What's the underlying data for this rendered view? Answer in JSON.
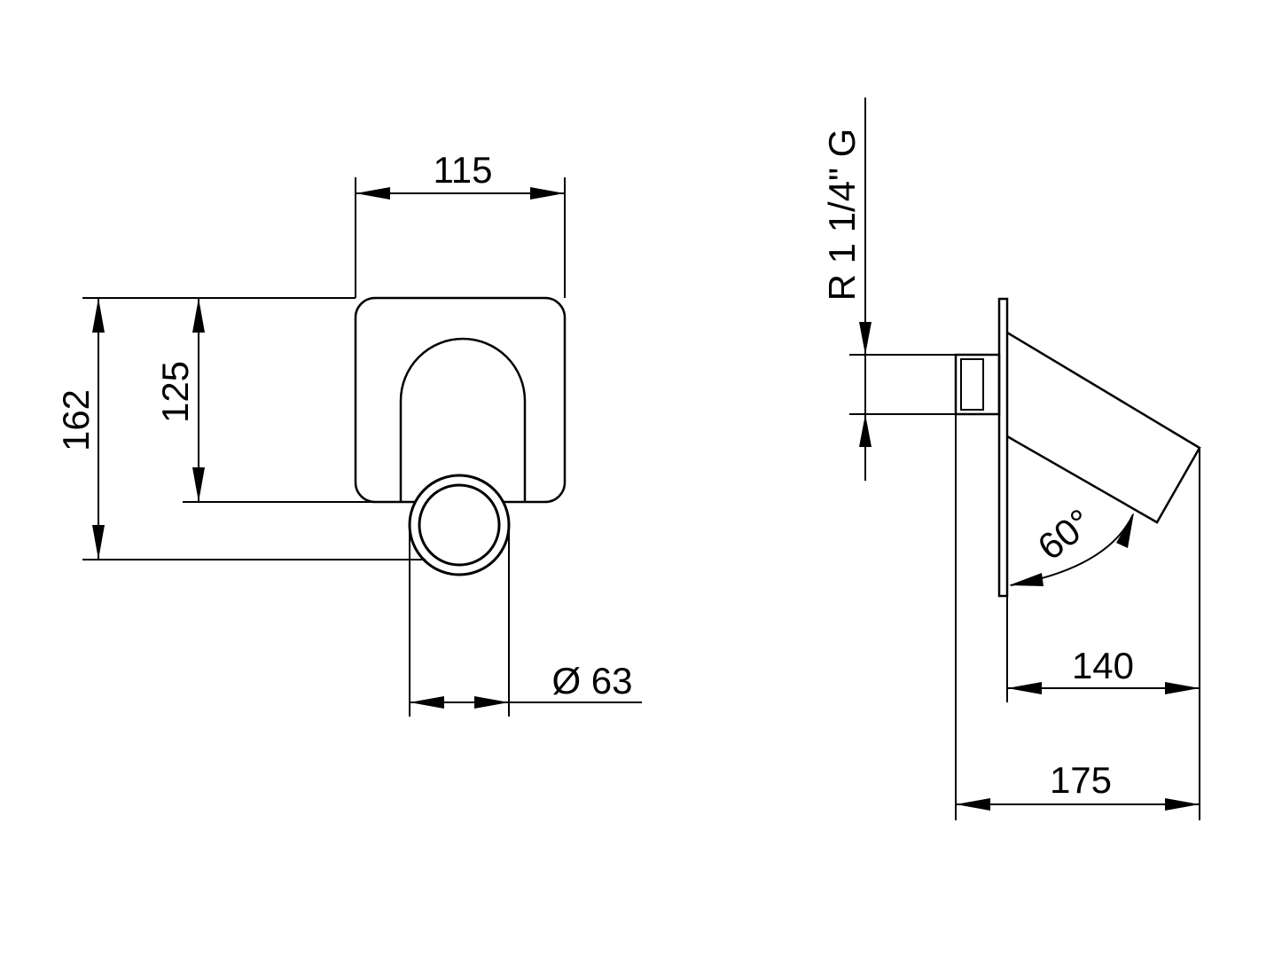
{
  "front_view": {
    "width_label": "115",
    "total_height_label": "162",
    "plate_height_label": "125",
    "outlet_diameter_label": "Ø 63"
  },
  "side_view": {
    "thread_label": "R 1 1/4\" G",
    "angle_label": "60°",
    "projection_label": "140",
    "total_depth_label": "175"
  },
  "colors": {
    "line": "#000000",
    "background": "#ffffff"
  }
}
